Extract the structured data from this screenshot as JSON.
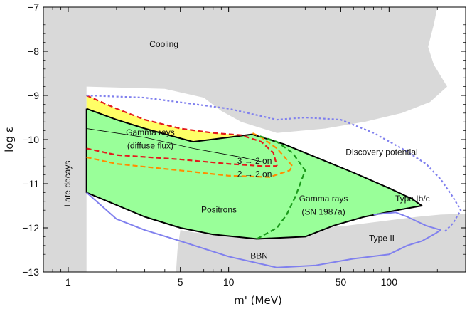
{
  "chart_data": {
    "type": "area",
    "xlabel": "m' (MeV)",
    "ylabel": "log ε",
    "x_scale": "log",
    "xlim": [
      0.7,
      300
    ],
    "ylim": [
      -13,
      -7
    ],
    "x_ticks": [
      {
        "value": 1,
        "label": "1"
      },
      {
        "value": 5,
        "label": "5"
      },
      {
        "value": 10,
        "label": "10"
      },
      {
        "value": 50,
        "label": "50"
      },
      {
        "value": 100,
        "label": "100"
      }
    ],
    "y_ticks": [
      {
        "value": -7,
        "label": "−7"
      },
      {
        "value": -8,
        "label": "−8"
      },
      {
        "value": -9,
        "label": "−9"
      },
      {
        "value": -10,
        "label": "−10"
      },
      {
        "value": -11,
        "label": "−11"
      },
      {
        "value": -12,
        "label": "−12"
      },
      {
        "value": -13,
        "label": "−13"
      }
    ],
    "colors": {
      "excluded_gray": "#d9d9d9",
      "yellow": "#ffff66",
      "green": "#99ff99",
      "black": "#000000",
      "red": "#e41a1c",
      "orange": "#ff8c00",
      "dark_green": "#1a9a1a",
      "blue": "#8080ee"
    },
    "regions": [
      {
        "name": "Cooling",
        "color": "#d9d9d9",
        "points": [
          [
            0.7,
            -7
          ],
          [
            200,
            -7
          ],
          [
            190,
            -7.4
          ],
          [
            175,
            -7.9
          ],
          [
            190,
            -8.3
          ],
          [
            230,
            -8.8
          ],
          [
            180,
            -9.15
          ],
          [
            120,
            -9.4
          ],
          [
            70,
            -9.6
          ],
          [
            40,
            -9.75
          ],
          [
            20,
            -9.85
          ],
          [
            12,
            -9.6
          ],
          [
            9,
            -9.35
          ],
          [
            7,
            -9.05
          ],
          [
            4,
            -8.85
          ],
          [
            1.3,
            -8.8
          ],
          [
            1.3,
            -13
          ],
          [
            0.7,
            -13
          ]
        ]
      },
      {
        "name": "BBN",
        "color": "#d9d9d9",
        "points": [
          [
            4.7,
            -13
          ],
          [
            4.8,
            -12.5
          ],
          [
            5,
            -12.05
          ],
          [
            6,
            -12.1
          ],
          [
            10,
            -12.2
          ],
          [
            15,
            -12.25
          ],
          [
            22,
            -12.15
          ],
          [
            35,
            -12.0
          ],
          [
            55,
            -11.95
          ],
          [
            90,
            -11.85
          ],
          [
            150,
            -11.75
          ],
          [
            210,
            -11.7
          ],
          [
            300,
            -11.68
          ],
          [
            300,
            -13
          ]
        ]
      },
      {
        "name": "Gamma rays (diffuse flux)",
        "color": "#ffff66",
        "points": [
          [
            1.3,
            -9.0
          ],
          [
            2,
            -9.3
          ],
          [
            3,
            -9.55
          ],
          [
            5,
            -9.75
          ],
          [
            8,
            -9.85
          ],
          [
            12,
            -9.9
          ],
          [
            18,
            -10.3
          ],
          [
            20,
            -10.65
          ],
          [
            15,
            -10.65
          ],
          [
            10,
            -10.55
          ],
          [
            5,
            -10.4
          ],
          [
            3,
            -10.3
          ],
          [
            1.3,
            -10.2
          ]
        ]
      },
      {
        "name": "Positrons + Gamma rays (SN 1987a)",
        "color": "#99ff99",
        "points": [
          [
            1.3,
            -9.3
          ],
          [
            2,
            -9.55
          ],
          [
            3,
            -9.75
          ],
          [
            6,
            -10.05
          ],
          [
            10,
            -9.95
          ],
          [
            14,
            -9.88
          ],
          [
            22,
            -10.1
          ],
          [
            35,
            -10.4
          ],
          [
            60,
            -10.75
          ],
          [
            100,
            -11.1
          ],
          [
            140,
            -11.35
          ],
          [
            160,
            -11.5
          ],
          [
            120,
            -11.58
          ],
          [
            70,
            -11.75
          ],
          [
            45,
            -11.95
          ],
          [
            30,
            -12.2
          ],
          [
            15,
            -12.25
          ],
          [
            8,
            -12.15
          ],
          [
            5,
            -12.0
          ],
          [
            3,
            -11.75
          ],
          [
            1.3,
            -11.2
          ]
        ]
      }
    ],
    "boundaries": [
      {
        "name": "Gamma rays (SN 1987a) boundary",
        "color": "#000000",
        "dash": "solid",
        "points": [
          [
            1.3,
            -9.3
          ],
          [
            2,
            -9.55
          ],
          [
            3,
            -9.75
          ],
          [
            6,
            -10.05
          ],
          [
            10,
            -9.95
          ],
          [
            14,
            -9.88
          ],
          [
            22,
            -10.1
          ],
          [
            35,
            -10.4
          ],
          [
            60,
            -10.75
          ],
          [
            100,
            -11.1
          ],
          [
            140,
            -11.35
          ],
          [
            160,
            -11.5
          ],
          [
            120,
            -11.58
          ],
          [
            70,
            -11.75
          ],
          [
            45,
            -11.95
          ],
          [
            30,
            -12.2
          ],
          [
            15,
            -12.25
          ],
          [
            8,
            -12.15
          ],
          [
            5,
            -12.0
          ],
          [
            3,
            -11.75
          ],
          [
            1.3,
            -11.2
          ],
          [
            1.3,
            -9.3
          ]
        ]
      },
      {
        "name": "Gamma rays (diffuse flux) edge",
        "color": "#000000",
        "dash": "thin",
        "points": [
          [
            1.3,
            -9.75
          ],
          [
            3,
            -9.95
          ],
          [
            6,
            -10.2
          ],
          [
            12,
            -10.4
          ],
          [
            16,
            -10.5
          ]
        ]
      },
      {
        "name": "Gamma rays (diffuse flux) upper",
        "color": "#e41a1c",
        "dash": "dashed",
        "points": [
          [
            1.3,
            -9.0
          ],
          [
            2,
            -9.3
          ],
          [
            3,
            -9.55
          ],
          [
            5,
            -9.75
          ],
          [
            8,
            -9.85
          ],
          [
            12,
            -9.9
          ],
          [
            16,
            -10.05
          ],
          [
            19,
            -10.3
          ],
          [
            20,
            -10.6
          ]
        ]
      },
      {
        "name": "3 → 2 on",
        "color": "#e41a1c",
        "dash": "dashed",
        "points": [
          [
            1.3,
            -10.2
          ],
          [
            2,
            -10.35
          ],
          [
            5,
            -10.45
          ],
          [
            10,
            -10.55
          ],
          [
            16,
            -10.6
          ],
          [
            20,
            -10.6
          ]
        ]
      },
      {
        "name": "2 → 2 on",
        "color": "#ff8c00",
        "dash": "dashed",
        "points": [
          [
            1.3,
            -10.4
          ],
          [
            2,
            -10.55
          ],
          [
            5,
            -10.7
          ],
          [
            10,
            -10.82
          ],
          [
            18,
            -10.85
          ],
          [
            24,
            -10.7
          ],
          [
            25,
            -10.6
          ],
          [
            20,
            -10.2
          ],
          [
            16,
            -9.95
          ],
          [
            14,
            -9.85
          ]
        ]
      },
      {
        "name": "Positrons boundary",
        "color": "#1a9a1a",
        "dash": "dashed",
        "points": [
          [
            15,
            -12.25
          ],
          [
            20,
            -12.0
          ],
          [
            23,
            -11.7
          ],
          [
            26,
            -11.3
          ],
          [
            30,
            -10.7
          ],
          [
            25,
            -10.3
          ],
          [
            20,
            -10.05
          ],
          [
            15,
            -9.9
          ]
        ]
      },
      {
        "name": "Discovery potential",
        "color": "#8080ee",
        "dash": "dotted",
        "points": [
          [
            1.3,
            -9.0
          ],
          [
            3,
            -9.05
          ],
          [
            10,
            -9.3
          ],
          [
            20,
            -9.55
          ],
          [
            30,
            -9.5
          ],
          [
            50,
            -9.55
          ],
          [
            80,
            -9.85
          ],
          [
            120,
            -10.2
          ],
          [
            170,
            -10.55
          ],
          [
            210,
            -10.9
          ],
          [
            250,
            -11.3
          ],
          [
            280,
            -11.6
          ],
          [
            250,
            -11.9
          ],
          [
            220,
            -12.1
          ]
        ]
      },
      {
        "name": "Type II",
        "color": "#8080ee",
        "dash": "solid",
        "points": [
          [
            1.3,
            -11.2
          ],
          [
            2,
            -11.8
          ],
          [
            3,
            -12.05
          ],
          [
            5,
            -12.3
          ],
          [
            10,
            -12.65
          ],
          [
            20,
            -12.9
          ],
          [
            35,
            -12.85
          ],
          [
            60,
            -12.7
          ],
          [
            100,
            -12.6
          ],
          [
            130,
            -12.4
          ],
          [
            160,
            -12.3
          ],
          [
            190,
            -12.15
          ],
          [
            210,
            -12.05
          ],
          [
            170,
            -11.95
          ],
          [
            130,
            -11.75
          ],
          [
            110,
            -11.65
          ],
          [
            80,
            -11.7
          ]
        ]
      }
    ],
    "annotations": [
      {
        "text": "Cooling",
        "x": 3.95,
        "y": -7.9
      },
      {
        "text": "Gamma rays",
        "x": 3.25,
        "y": -9.9
      },
      {
        "text": "(diffuse flux)",
        "x": 3.25,
        "y": -10.2
      },
      {
        "text": "3 → 2 on",
        "x": 14.5,
        "y": -10.55
      },
      {
        "text": "2 → 2 on",
        "x": 14.5,
        "y": -10.85
      },
      {
        "text": "Positrons",
        "x": 8.7,
        "y": -11.65
      },
      {
        "text": "Gamma rays",
        "x": 39,
        "y": -11.4
      },
      {
        "text": "(SN 1987a)",
        "x": 39,
        "y": -11.7
      },
      {
        "text": "Discovery potential",
        "x": 90,
        "y": -10.35
      },
      {
        "text": "Type Ib/c",
        "x": 140,
        "y": -11.4
      },
      {
        "text": "Type II",
        "x": 90,
        "y": -12.3
      },
      {
        "text": "BBN",
        "x": 15.5,
        "y": -12.7
      },
      {
        "text": "Late decays",
        "x": 1.03,
        "y": -11.0,
        "rotate": -90
      }
    ]
  }
}
